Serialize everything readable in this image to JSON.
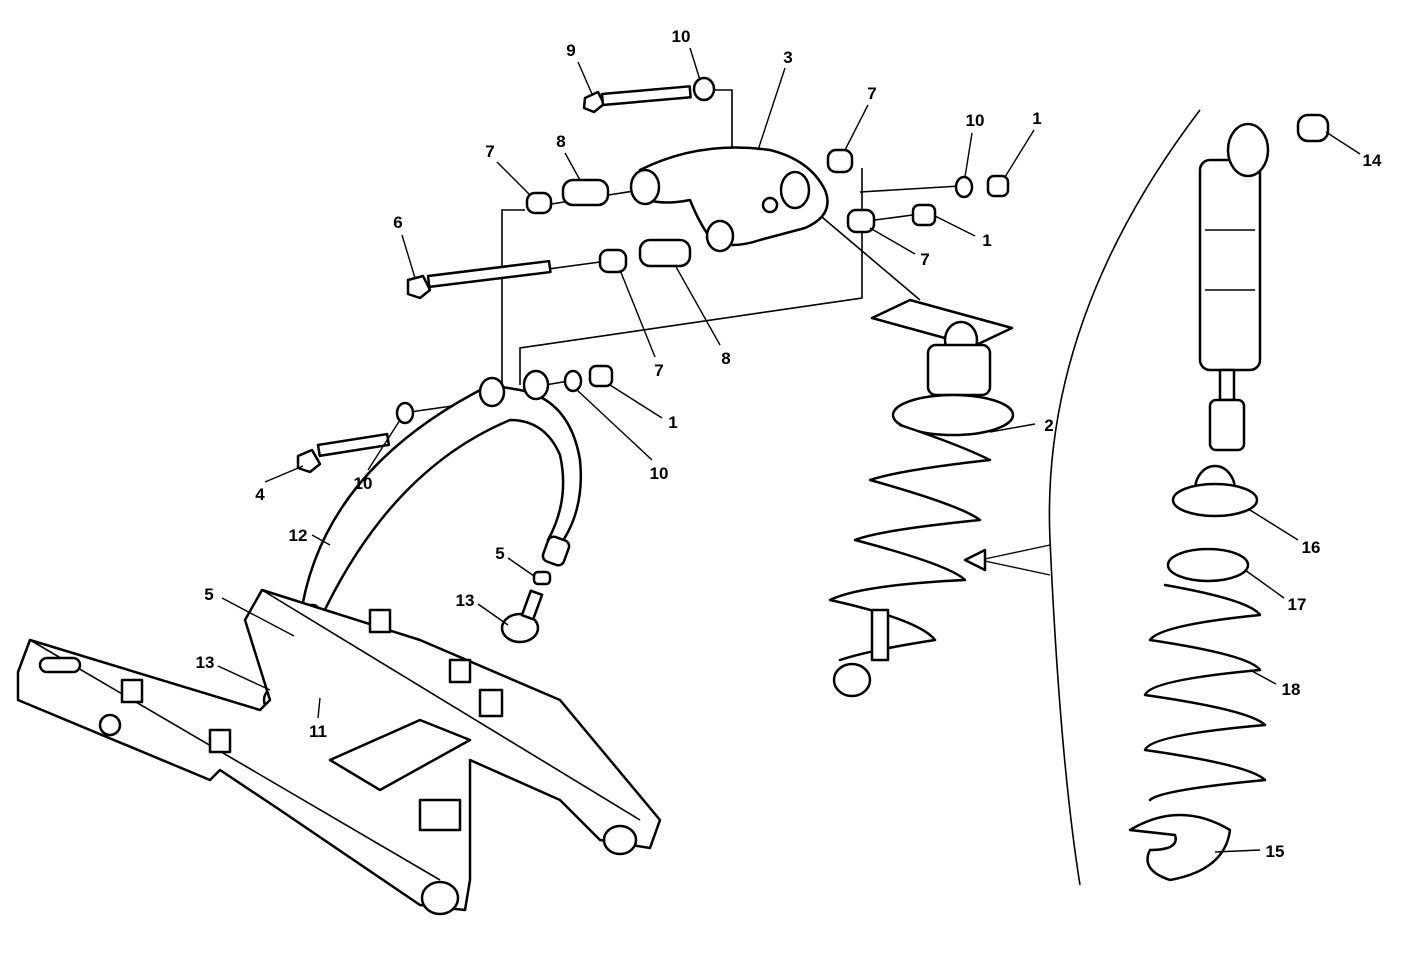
{
  "diagram": {
    "labels": [
      "9",
      "10",
      "3",
      "7",
      "10",
      "1",
      "7",
      "8",
      "1",
      "7",
      "6",
      "7",
      "8",
      "1",
      "2",
      "4",
      "10",
      "10",
      "12",
      "5",
      "5",
      "13",
      "13",
      "11",
      "14",
      "16",
      "17",
      "18",
      "15"
    ]
  }
}
